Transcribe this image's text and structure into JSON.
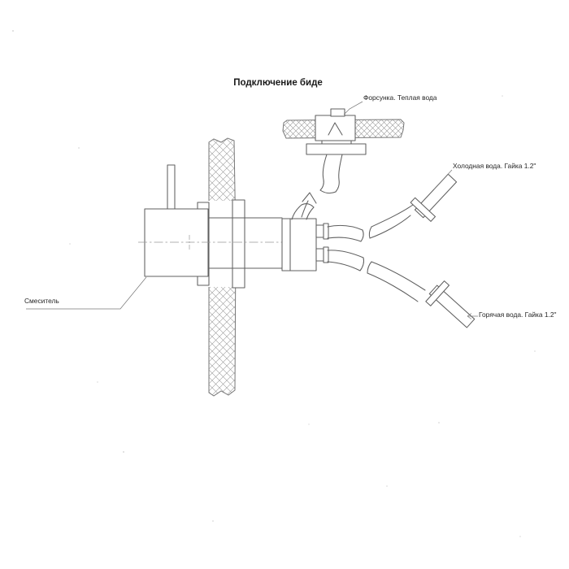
{
  "title": "Подключение биде",
  "labels": {
    "nozzle": "Форсунка. Теплая вода",
    "cold": "Холодная вода. Гайка 1.2\"",
    "hot": "Горячая вода. Гайка 1.2\"",
    "mixer": "Смеситель"
  }
}
